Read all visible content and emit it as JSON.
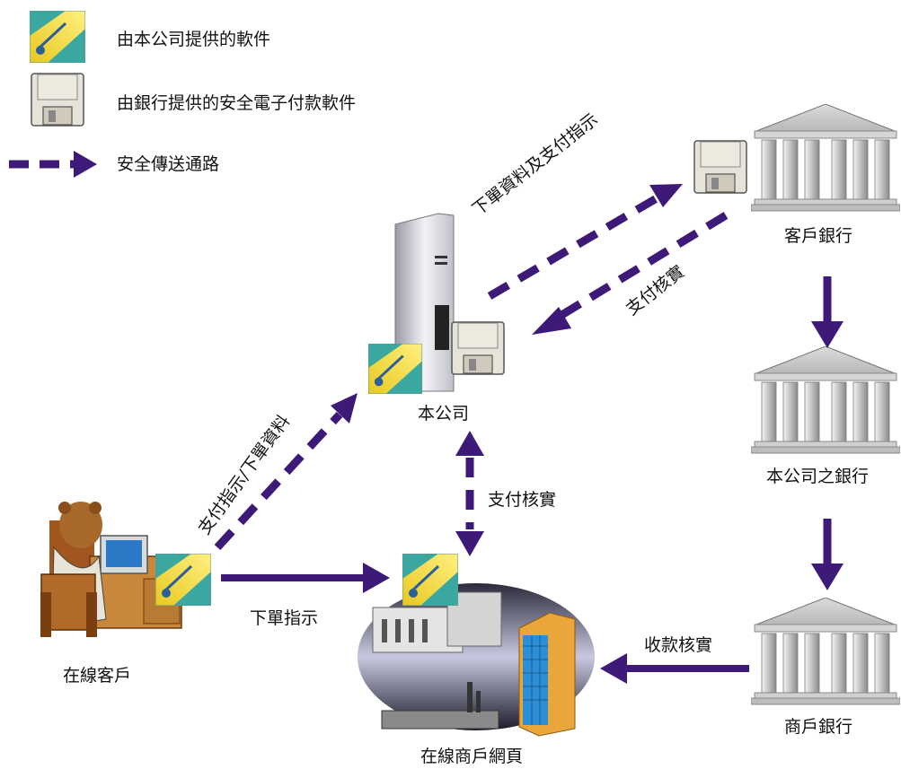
{
  "legend": {
    "company_software": "由本公司提供的軟件",
    "bank_software": "由銀行提供的安全電子付款軟件",
    "secure_channel": "安全傳送通路"
  },
  "nodes": {
    "company": "本公司",
    "customer_bank": "客戶銀行",
    "company_bank": "本公司之銀行",
    "merchant_bank": "商戶銀行",
    "online_customer": "在線客戶",
    "merchant_page": "在線商戶網頁"
  },
  "edges": {
    "order_and_pay": "下單資料及支付指示",
    "pay_verify_bank": "支付核實",
    "pay_order": "支付指示/下單資料",
    "pay_verify_merchant": "支付核實",
    "order_instruction": "下單指示",
    "receipt_verify": "收款核實"
  },
  "colors": {
    "arrow": "#3d1a78",
    "building": "#9a9a9a",
    "software_icon": "#f2d43a",
    "disk": "#e6e3d8"
  }
}
